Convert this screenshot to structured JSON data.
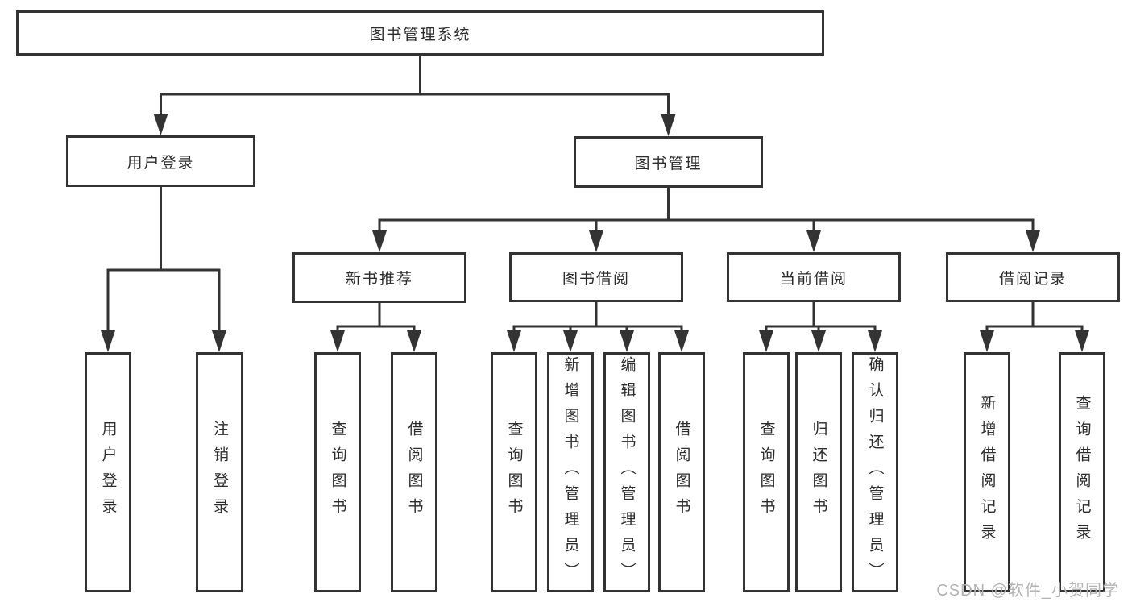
{
  "diagram": {
    "type": "hierarchy-tree",
    "nodes": {
      "root": "图书管理系统",
      "level2": [
        "用户登录",
        "图书管理"
      ],
      "level3": [
        "新书推荐",
        "图书借阅",
        "当前借阅",
        "借阅记录"
      ],
      "leaves": [
        "用户登录",
        "注销登录",
        "查询图书",
        "借阅图书",
        "查询图书",
        "新增图书（管理员）",
        "编辑图书（管理员）",
        "借阅图书",
        "查询图书",
        "归还图书",
        "确认归还（管理员）",
        "新增借阅记录",
        "查询借阅记录"
      ]
    },
    "hierarchy": [
      {
        "parent": "图书管理系统",
        "children": [
          "用户登录",
          "图书管理"
        ]
      },
      {
        "parent": "用户登录",
        "children": [
          "用户登录",
          "注销登录"
        ]
      },
      {
        "parent": "图书管理",
        "children": [
          "新书推荐",
          "图书借阅",
          "当前借阅",
          "借阅记录"
        ]
      },
      {
        "parent": "新书推荐",
        "children": [
          "查询图书",
          "借阅图书"
        ]
      },
      {
        "parent": "图书借阅",
        "children": [
          "查询图书",
          "新增图书（管理员）",
          "编辑图书（管理员）",
          "借阅图书"
        ]
      },
      {
        "parent": "当前借阅",
        "children": [
          "查询图书",
          "归还图书",
          "确认归还（管理员）"
        ]
      },
      {
        "parent": "借阅记录",
        "children": [
          "新增借阅记录",
          "查询借阅记录"
        ]
      }
    ],
    "colors": {
      "line": "#333333",
      "box_border": "#333333",
      "text": "#2b2b2b",
      "background": "#ffffff",
      "watermark": "#b3b3b3"
    }
  },
  "watermark": {
    "text": "CSDN @软件_小贺同学"
  }
}
